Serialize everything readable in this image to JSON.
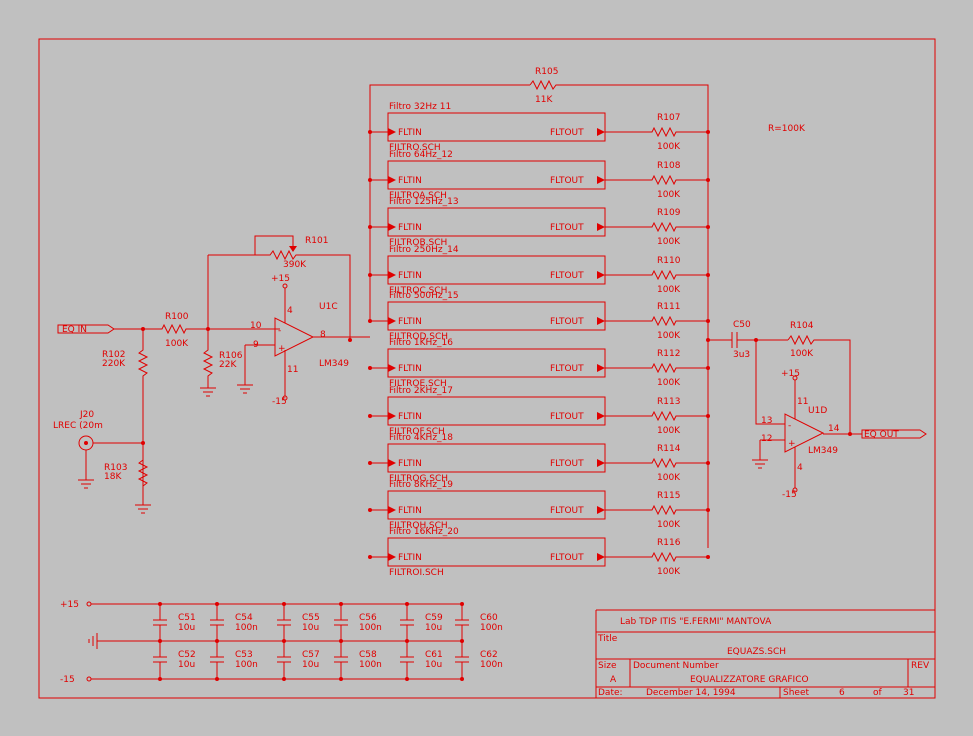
{
  "colors": {
    "background": "#c0c0c0",
    "ink": "#e00000"
  },
  "top_feedback": {
    "ref": "R105",
    "value": "11K"
  },
  "rnote": "R=100K",
  "input": {
    "port": "EQ IN",
    "r100": "R100",
    "r100v": "100K",
    "r102": "R102",
    "r102v": "220K",
    "r103": "R103",
    "r103v": "18K",
    "r106": "R106",
    "r106v": "22K",
    "jack": "J20",
    "jackv": "LREC (20m"
  },
  "u1c": {
    "ref": "U1C",
    "part": "LM349",
    "p10": "10",
    "p9": "9",
    "p8": "8",
    "p4": "4",
    "p11": "11",
    "vpos": "+15",
    "vneg": "-15",
    "pot": "R101",
    "potv": "390K"
  },
  "filters": [
    {
      "title": "Filtro 32Hz  11",
      "sch": "FILTRO.SCH",
      "res": "R107",
      "resv": "100K"
    },
    {
      "title": "Filtro 64Hz_12",
      "sch": "FILTROA.SCH",
      "res": "R108",
      "resv": "100K"
    },
    {
      "title": "Filtro 125Hz_13",
      "sch": "FILTROB.SCH",
      "res": "R109",
      "resv": "100K"
    },
    {
      "title": "Filtro 250Hz_14",
      "sch": "FILTROC.SCH",
      "res": "R110",
      "resv": "100K"
    },
    {
      "title": "Filtro 500Hz_15",
      "sch": "FILTROD.SCH",
      "res": "R111",
      "resv": "100K"
    },
    {
      "title": "Filtro 1KHz_16",
      "sch": "FILTROE.SCH",
      "res": "R112",
      "resv": "100K"
    },
    {
      "title": "Filtro 2KHz_17",
      "sch": "FILTROF.SCH",
      "res": "R113",
      "resv": "100K"
    },
    {
      "title": "Filtro 4KHz_18",
      "sch": "FILTROG.SCH",
      "res": "R114",
      "resv": "100K"
    },
    {
      "title": "Filtro 8KHz_19",
      "sch": "FILTROH.SCH",
      "res": "R115",
      "resv": "100K"
    },
    {
      "title": "Filtro 16KHz_20",
      "sch": "FILTROI.SCH",
      "res": "R116",
      "resv": "100K"
    }
  ],
  "fltin": "FLTIN",
  "fltout": "FLTOUT",
  "output": {
    "c50": "C50",
    "c50v": "3u3",
    "r104": "R104",
    "r104v": "100K",
    "ref": "U1D",
    "part": "LM349",
    "p13": "13",
    "p12": "12",
    "p14": "14",
    "p11": "11",
    "p4": "4",
    "vpos": "+15",
    "vneg": "-15",
    "port": "EQ OUT"
  },
  "supply": {
    "pos": "+15",
    "neg": "-15",
    "top": [
      {
        "ref": "C51",
        "val": "10u"
      },
      {
        "ref": "C54",
        "val": "100n"
      },
      {
        "ref": "C55",
        "val": "10u"
      },
      {
        "ref": "C56",
        "val": "100n"
      },
      {
        "ref": "C59",
        "val": "10u"
      },
      {
        "ref": "C60",
        "val": "100n"
      }
    ],
    "bottom": [
      {
        "ref": "C52",
        "val": "10u"
      },
      {
        "ref": "C53",
        "val": "100n"
      },
      {
        "ref": "C57",
        "val": "10u"
      },
      {
        "ref": "C58",
        "val": "100n"
      },
      {
        "ref": "C61",
        "val": "10u"
      },
      {
        "ref": "C62",
        "val": "100n"
      }
    ]
  },
  "titleblock": {
    "org": "Lab TDP  ITIS   \"E.FERMI\"    MANTOVA",
    "title_label": "Title",
    "title": "EQUAZS.SCH",
    "size_label": "Size",
    "size": "A",
    "docnum_label": "Document Number",
    "docnum": "EQUALIZZATORE GRAFICO",
    "rev_label": "REV",
    "date_label": "Date:",
    "date": "December 14, 1994",
    "sheet_label": "Sheet",
    "sheet": "6",
    "of_label": "of",
    "of": "31"
  }
}
